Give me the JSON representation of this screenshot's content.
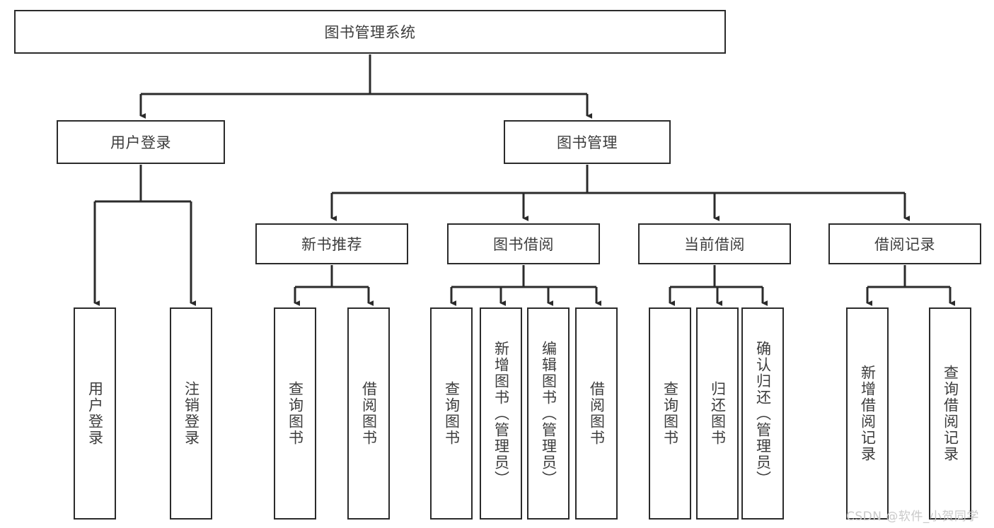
{
  "diagram": {
    "type": "tree",
    "title": "图书管理系统",
    "root": {
      "label": "图书管理系统"
    },
    "level2": [
      {
        "label": "用户登录"
      },
      {
        "label": "图书管理"
      }
    ],
    "level3": [
      {
        "label": "新书推荐"
      },
      {
        "label": "图书借阅"
      },
      {
        "label": "当前借阅"
      },
      {
        "label": "借阅记录"
      }
    ],
    "leaves": {
      "user_login": [
        {
          "label": "用户登录"
        },
        {
          "label": "注销登录"
        }
      ],
      "new_book_recommend": [
        {
          "label": "查询图书"
        },
        {
          "label": "借阅图书"
        }
      ],
      "book_borrow": [
        {
          "label": "查询图书"
        },
        {
          "label": "新增图书（管理员）"
        },
        {
          "label": "编辑图书（管理员）"
        },
        {
          "label": "借阅图书"
        }
      ],
      "current_borrow": [
        {
          "label": "查询图书"
        },
        {
          "label": "归还图书"
        },
        {
          "label": "确认归还（管理员）"
        }
      ],
      "borrow_record": [
        {
          "label": "新增借阅记录"
        },
        {
          "label": "查询借阅记录"
        }
      ]
    }
  },
  "watermark": {
    "text": "CSDN @软件_小贺同学"
  },
  "colors": {
    "stroke": "#2b2b2b",
    "text": "#3d3d3d",
    "background": "#ffffff",
    "watermark": "#c9c9c9"
  }
}
